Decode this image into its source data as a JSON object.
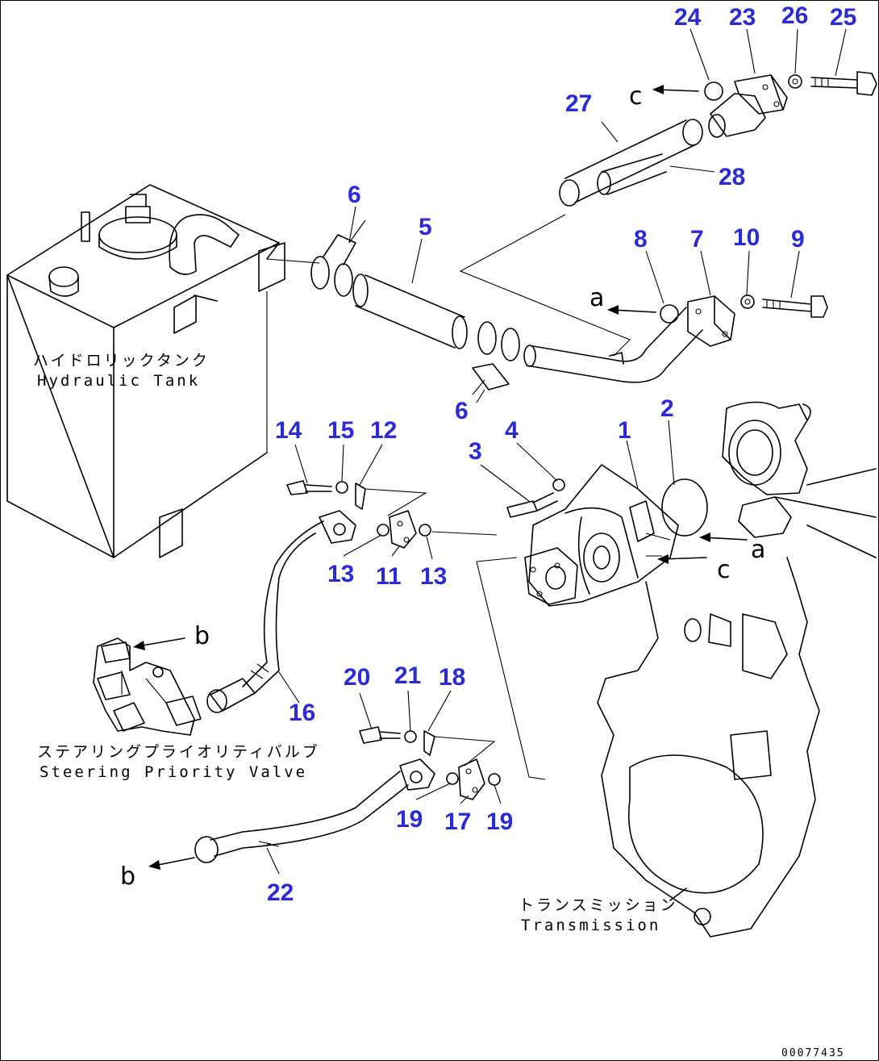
{
  "components": {
    "tank": {
      "jp": "ハイドロリックタンク",
      "en": "Hydraulic Tank"
    },
    "valve": {
      "jp": "ステアリングプライオリティバルブ",
      "en": "Steering Priority Valve"
    },
    "transmission": {
      "jp": "トランスミッション",
      "en": "Transmission"
    }
  },
  "parts": [
    {
      "id": "p24",
      "num": "24"
    },
    {
      "id": "p23",
      "num": "23"
    },
    {
      "id": "p26",
      "num": "26"
    },
    {
      "id": "p25",
      "num": "25"
    },
    {
      "id": "p27",
      "num": "27"
    },
    {
      "id": "p28",
      "num": "28"
    },
    {
      "id": "p6a",
      "num": "6"
    },
    {
      "id": "p5",
      "num": "5"
    },
    {
      "id": "p8",
      "num": "8"
    },
    {
      "id": "p7",
      "num": "7"
    },
    {
      "id": "p10",
      "num": "10"
    },
    {
      "id": "p9",
      "num": "9"
    },
    {
      "id": "p6b",
      "num": "6"
    },
    {
      "id": "p2",
      "num": "2"
    },
    {
      "id": "p14",
      "num": "14"
    },
    {
      "id": "p15",
      "num": "15"
    },
    {
      "id": "p12",
      "num": "12"
    },
    {
      "id": "p3",
      "num": "3"
    },
    {
      "id": "p4",
      "num": "4"
    },
    {
      "id": "p1",
      "num": "1"
    },
    {
      "id": "p13a",
      "num": "13"
    },
    {
      "id": "p11",
      "num": "11"
    },
    {
      "id": "p13b",
      "num": "13"
    },
    {
      "id": "p16",
      "num": "16"
    },
    {
      "id": "p20",
      "num": "20"
    },
    {
      "id": "p21",
      "num": "21"
    },
    {
      "id": "p18",
      "num": "18"
    },
    {
      "id": "p19a",
      "num": "19"
    },
    {
      "id": "p17",
      "num": "17"
    },
    {
      "id": "p19b",
      "num": "19"
    },
    {
      "id": "p22",
      "num": "22"
    }
  ],
  "refs": {
    "c1": "c",
    "a1": "a",
    "b1": "b",
    "a2": "a",
    "c2": "c",
    "b2": "b"
  },
  "doc_id": "00077435"
}
